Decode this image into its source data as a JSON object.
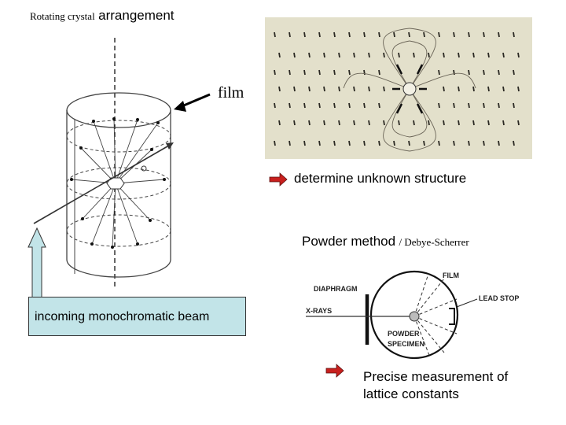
{
  "title": {
    "small": "Rotating crystal",
    "large": "arrangement"
  },
  "crystal_figure": {
    "film_label": "film"
  },
  "laue_photo": {},
  "bullets": [
    {
      "icon": "red-arrow-icon",
      "text": "determine unknown structure"
    },
    {
      "icon": "red-arrow-icon",
      "lines": [
        "Precise measurement of",
        "lattice constants"
      ]
    }
  ],
  "powder": {
    "title_large": "Powder method",
    "title_small": "/ Debye-Scherrer"
  },
  "ds_figure": {
    "labels": {
      "diaphragm": "DIAPHRAGM",
      "film": "FILM",
      "xrays": "X-RAYS",
      "lead_stop": "LEAD STOP",
      "powder": "POWDER",
      "specimen": "SPECIMEN"
    }
  },
  "beam": {
    "label": "incoming monochromatic beam"
  },
  "colors": {
    "arrow_red": "#c8201e",
    "beam_fill": "#c2e4e8",
    "photo_bg": "#e3e0cb"
  }
}
